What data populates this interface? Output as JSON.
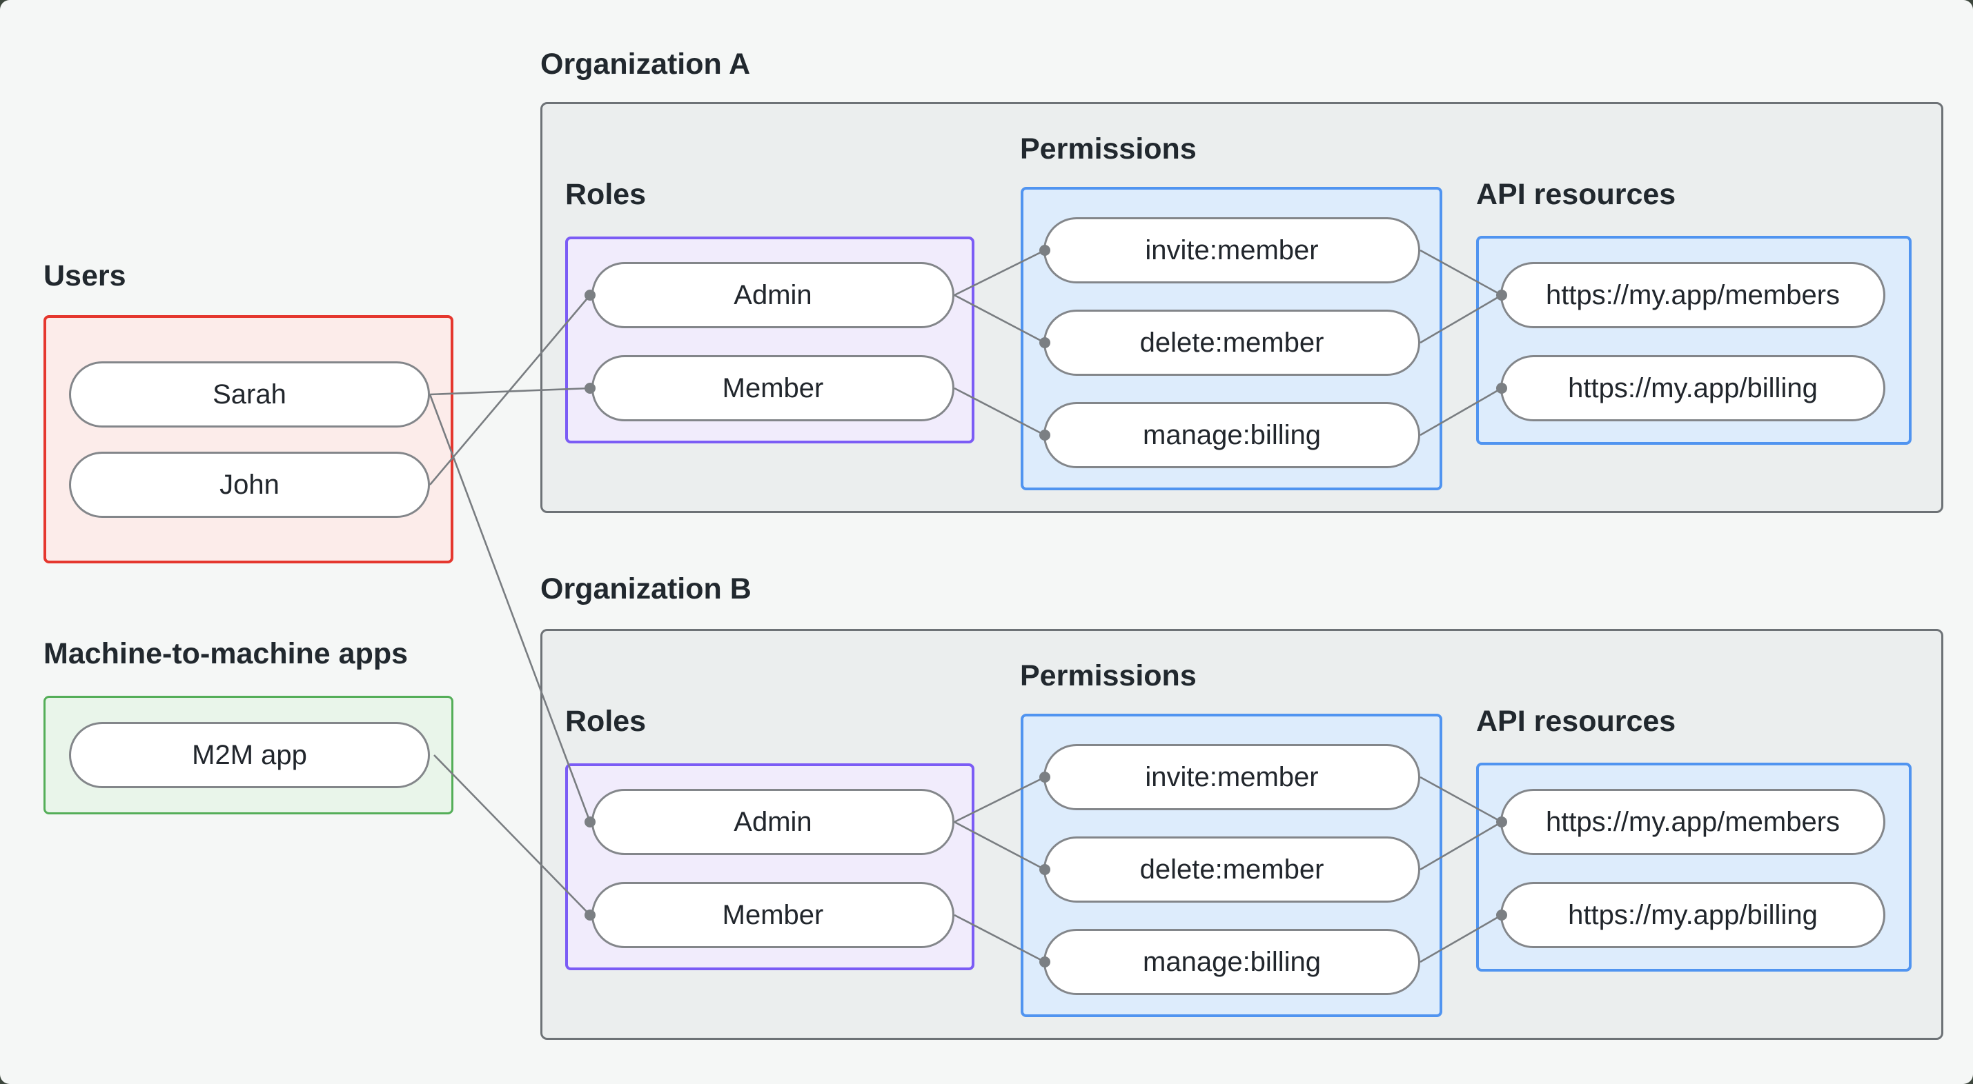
{
  "page": {
    "outer_background": "#3c463c",
    "canvas_background": "#f5f7f6",
    "line_color": "#797d81",
    "dot_color": "#7b7f83",
    "text_color": "#21282e"
  },
  "users_panel": {
    "title": "Users",
    "border_color": "#e5372e",
    "fill_color": "#fcecea",
    "nodes": [
      {
        "label": "Sarah"
      },
      {
        "label": "John"
      }
    ]
  },
  "m2m_panel": {
    "title": "Machine-to-machine apps",
    "border_color": "#54ae58",
    "fill_color": "#e9f5ea",
    "nodes": [
      {
        "label": "M2M app"
      }
    ]
  },
  "organizations": [
    {
      "title": "Organization A",
      "roles": {
        "label": "Roles",
        "border_color": "#7b5cf5",
        "fill_color": "#f1ecfc",
        "nodes": [
          {
            "label": "Admin"
          },
          {
            "label": "Member"
          }
        ]
      },
      "permissions": {
        "label": "Permissions",
        "border_color": "#5094f0",
        "fill_color": "#ddecfc",
        "nodes": [
          {
            "label": "invite:member"
          },
          {
            "label": "delete:member"
          },
          {
            "label": "manage:billing"
          }
        ]
      },
      "api_resources": {
        "label": "API resources",
        "border_color": "#5094f0",
        "fill_color": "#ddecfc",
        "nodes": [
          {
            "label": "https://my.app/members"
          },
          {
            "label": "https://my.app/billing"
          }
        ]
      }
    },
    {
      "title": "Organization B",
      "roles": {
        "label": "Roles",
        "border_color": "#7b5cf5",
        "fill_color": "#f1ecfc",
        "nodes": [
          {
            "label": "Admin"
          },
          {
            "label": "Member"
          }
        ]
      },
      "permissions": {
        "label": "Permissions",
        "border_color": "#5094f0",
        "fill_color": "#ddecfc",
        "nodes": [
          {
            "label": "invite:member"
          },
          {
            "label": "delete:member"
          },
          {
            "label": "manage:billing"
          }
        ]
      },
      "api_resources": {
        "label": "API resources",
        "border_color": "#5094f0",
        "fill_color": "#ddecfc",
        "nodes": [
          {
            "label": "https://my.app/members"
          },
          {
            "label": "https://my.app/billing"
          }
        ]
      }
    }
  ],
  "connections": [
    {
      "from": "Sarah",
      "to": "Organization A / Member"
    },
    {
      "from": "John",
      "to": "Organization A / Admin"
    },
    {
      "from": "Sarah",
      "to": "Organization B / Admin"
    },
    {
      "from": "M2M app",
      "to": "Organization B / Member"
    },
    {
      "from": "Organization A / Admin",
      "to": "Organization A / invite:member"
    },
    {
      "from": "Organization A / Admin",
      "to": "Organization A / delete:member"
    },
    {
      "from": "Organization A / Member",
      "to": "Organization A / manage:billing"
    },
    {
      "from": "Organization A / invite:member",
      "to": "Organization A / https://my.app/members"
    },
    {
      "from": "Organization A / delete:member",
      "to": "Organization A / https://my.app/members"
    },
    {
      "from": "Organization A / manage:billing",
      "to": "Organization A / https://my.app/billing"
    },
    {
      "from": "Organization B / Admin",
      "to": "Organization B / invite:member"
    },
    {
      "from": "Organization B / Admin",
      "to": "Organization B / delete:member"
    },
    {
      "from": "Organization B / Member",
      "to": "Organization B / manage:billing"
    },
    {
      "from": "Organization B / invite:member",
      "to": "Organization B / https://my.app/members"
    },
    {
      "from": "Organization B / delete:member",
      "to": "Organization B / https://my.app/members"
    },
    {
      "from": "Organization B / manage:billing",
      "to": "Organization B / https://my.app/billing"
    }
  ]
}
